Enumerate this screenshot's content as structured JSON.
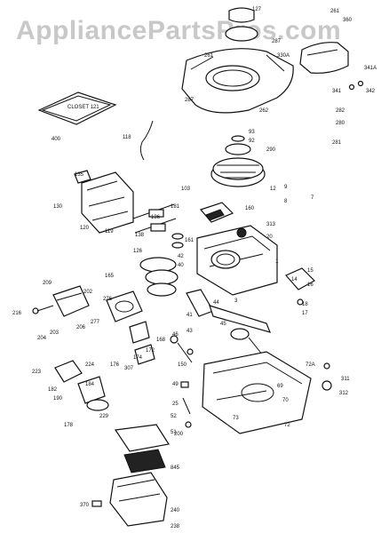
{
  "watermark": "AppliancePartsPros.com",
  "gasket_label": "CLOSET 121",
  "callouts": [
    {
      "id": "c127",
      "text": "127"
    },
    {
      "id": "c261",
      "text": "261"
    },
    {
      "id": "c360",
      "text": "360"
    },
    {
      "id": "c287",
      "text": "287"
    },
    {
      "id": "c261b",
      "text": "261"
    },
    {
      "id": "c330a",
      "text": "330A"
    },
    {
      "id": "c341a",
      "text": "341A"
    },
    {
      "id": "c341",
      "text": "341"
    },
    {
      "id": "c342",
      "text": "342"
    },
    {
      "id": "c287b",
      "text": "287"
    },
    {
      "id": "c262",
      "text": "262"
    },
    {
      "id": "c282",
      "text": "282"
    },
    {
      "id": "c280",
      "text": "280"
    },
    {
      "id": "c281",
      "text": "281"
    },
    {
      "id": "c400",
      "text": "400"
    },
    {
      "id": "c118",
      "text": "118"
    },
    {
      "id": "c93",
      "text": "93"
    },
    {
      "id": "c92",
      "text": "92"
    },
    {
      "id": "c290",
      "text": "290"
    },
    {
      "id": "c135",
      "text": "135"
    },
    {
      "id": "c103",
      "text": "103"
    },
    {
      "id": "c130",
      "text": "130"
    },
    {
      "id": "c120",
      "text": "120"
    },
    {
      "id": "c119",
      "text": "119"
    },
    {
      "id": "c136",
      "text": "136"
    },
    {
      "id": "c160",
      "text": "160"
    },
    {
      "id": "c12",
      "text": "12"
    },
    {
      "id": "c9",
      "text": "9"
    },
    {
      "id": "c8",
      "text": "8"
    },
    {
      "id": "c7",
      "text": "7"
    },
    {
      "id": "c181",
      "text": "181"
    },
    {
      "id": "c138",
      "text": "138"
    },
    {
      "id": "c313",
      "text": "313"
    },
    {
      "id": "c20",
      "text": "20"
    },
    {
      "id": "c161",
      "text": "161"
    },
    {
      "id": "c126",
      "text": "126"
    },
    {
      "id": "c42",
      "text": "42"
    },
    {
      "id": "c40",
      "text": "40"
    },
    {
      "id": "c1",
      "text": "1"
    },
    {
      "id": "c165",
      "text": "165"
    },
    {
      "id": "c209",
      "text": "209"
    },
    {
      "id": "c202",
      "text": "202"
    },
    {
      "id": "c15",
      "text": "15"
    },
    {
      "id": "c16",
      "text": "16"
    },
    {
      "id": "c14",
      "text": "14"
    },
    {
      "id": "c276",
      "text": "276"
    },
    {
      "id": "c44",
      "text": "44"
    },
    {
      "id": "c3",
      "text": "3"
    },
    {
      "id": "c216",
      "text": "216"
    },
    {
      "id": "c204",
      "text": "204"
    },
    {
      "id": "c203",
      "text": "203"
    },
    {
      "id": "c206",
      "text": "206"
    },
    {
      "id": "c277",
      "text": "277"
    },
    {
      "id": "c41",
      "text": "41"
    },
    {
      "id": "c43",
      "text": "43"
    },
    {
      "id": "c18",
      "text": "18"
    },
    {
      "id": "c17",
      "text": "17"
    },
    {
      "id": "c168",
      "text": "168"
    },
    {
      "id": "c172",
      "text": "172"
    },
    {
      "id": "c174",
      "text": "174"
    },
    {
      "id": "c46",
      "text": "46"
    },
    {
      "id": "c45",
      "text": "45"
    },
    {
      "id": "c150",
      "text": "150"
    },
    {
      "id": "c223",
      "text": "223"
    },
    {
      "id": "c224",
      "text": "224"
    },
    {
      "id": "c176",
      "text": "176"
    },
    {
      "id": "c307",
      "text": "307"
    },
    {
      "id": "c72a",
      "text": "72A"
    },
    {
      "id": "c311",
      "text": "311"
    },
    {
      "id": "c182",
      "text": "182"
    },
    {
      "id": "c184",
      "text": "184"
    },
    {
      "id": "c190",
      "text": "190"
    },
    {
      "id": "c49",
      "text": "49"
    },
    {
      "id": "c69",
      "text": "69"
    },
    {
      "id": "c312",
      "text": "312"
    },
    {
      "id": "c25",
      "text": "25"
    },
    {
      "id": "c70",
      "text": "70"
    },
    {
      "id": "c178",
      "text": "178"
    },
    {
      "id": "c229",
      "text": "229"
    },
    {
      "id": "c52",
      "text": "52"
    },
    {
      "id": "c51",
      "text": "51"
    },
    {
      "id": "c73",
      "text": "73"
    },
    {
      "id": "c72",
      "text": "72"
    },
    {
      "id": "c200",
      "text": "200"
    },
    {
      "id": "c845",
      "text": "845"
    },
    {
      "id": "c370",
      "text": "370"
    },
    {
      "id": "c240",
      "text": "240"
    },
    {
      "id": "c238",
      "text": "238"
    }
  ]
}
